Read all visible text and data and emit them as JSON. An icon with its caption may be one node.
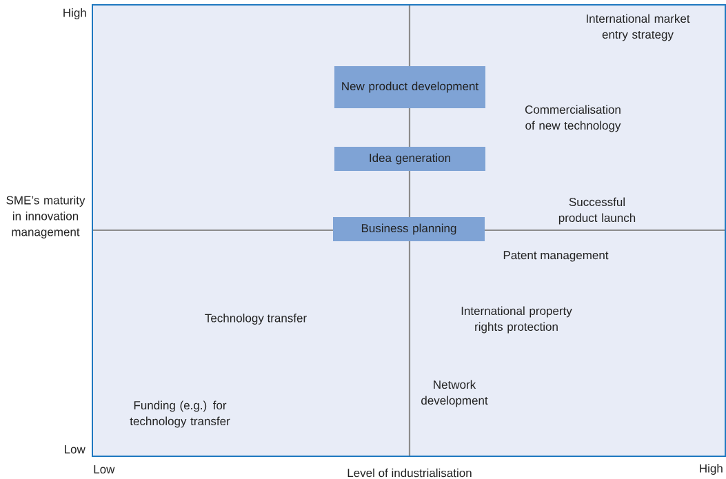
{
  "diagram": {
    "nodes": [
      {
        "text": [
          "New product development"
        ]
      },
      {
        "text": [
          "Idea generation"
        ]
      },
      {
        "text": [
          "Business planning"
        ]
      }
    ],
    "labels": [
      "High",
      "International market entry strategy",
      "Commercialisation of new technology",
      "SME’s maturity in innovation management",
      "Successful product launch",
      "Patent management",
      "Technology transfer",
      "International property rights protection",
      "Network development",
      "Funding (e.g.) for technology transfer",
      "Low",
      "Low",
      "Level of industrialisation",
      "High"
    ]
  }
}
